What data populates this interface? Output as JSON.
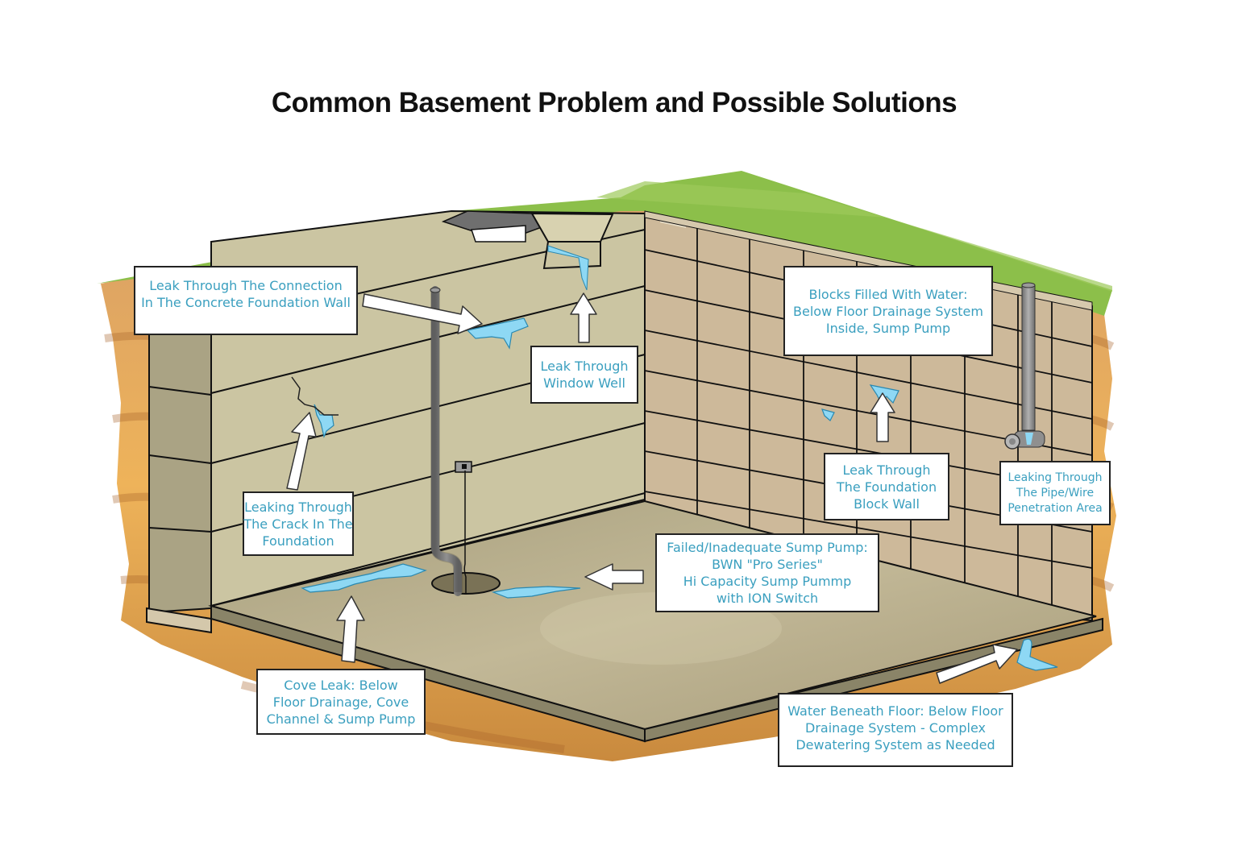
{
  "title": "Common Basement Problem and Possible Solutions",
  "colors": {
    "label_text": "#3a9fbf",
    "grass": "#8cbf4a",
    "soil": "#e8a24a",
    "concrete_wall": "#cbc5a2",
    "block_wall": "#cdb99a",
    "floor": "#b5ab88",
    "water": "#8ed8f4",
    "pipe": "#8a8a8a"
  },
  "labels": [
    {
      "id": "connection-leak",
      "lines": [
        "Leak Through The Connection",
        "In The Concrete Foundation Wall"
      ]
    },
    {
      "id": "window-well-leak",
      "lines": [
        "Leak Through",
        "Window Well"
      ]
    },
    {
      "id": "blocks-filled",
      "lines": [
        "Blocks Filled With Water:",
        "Below Floor Drainage System",
        "Inside, Sump Pump"
      ]
    },
    {
      "id": "crack-leak",
      "lines": [
        "Leaking Through",
        "The Crack In The",
        "Foundation"
      ]
    },
    {
      "id": "block-wall-leak",
      "lines": [
        "Leak Through",
        "The Foundation",
        "Block Wall"
      ]
    },
    {
      "id": "pipe-wire-leak",
      "lines": [
        "Leaking Through",
        "The Pipe/Wire",
        "Penetration Area"
      ]
    },
    {
      "id": "sump-pump",
      "lines": [
        "Failed/Inadequate Sump Pump:",
        "BWN \"Pro Series\"",
        "Hi Capacity Sump Pummp",
        "with ION Switch"
      ]
    },
    {
      "id": "cove-leak",
      "lines": [
        "Cove Leak: Below",
        "Floor Drainage, Cove",
        "Channel & Sump Pump"
      ]
    },
    {
      "id": "water-beneath-floor",
      "lines": [
        "Water Beneath Floor: Below Floor",
        "Drainage System - Complex",
        "Dewatering System as Needed"
      ]
    }
  ]
}
